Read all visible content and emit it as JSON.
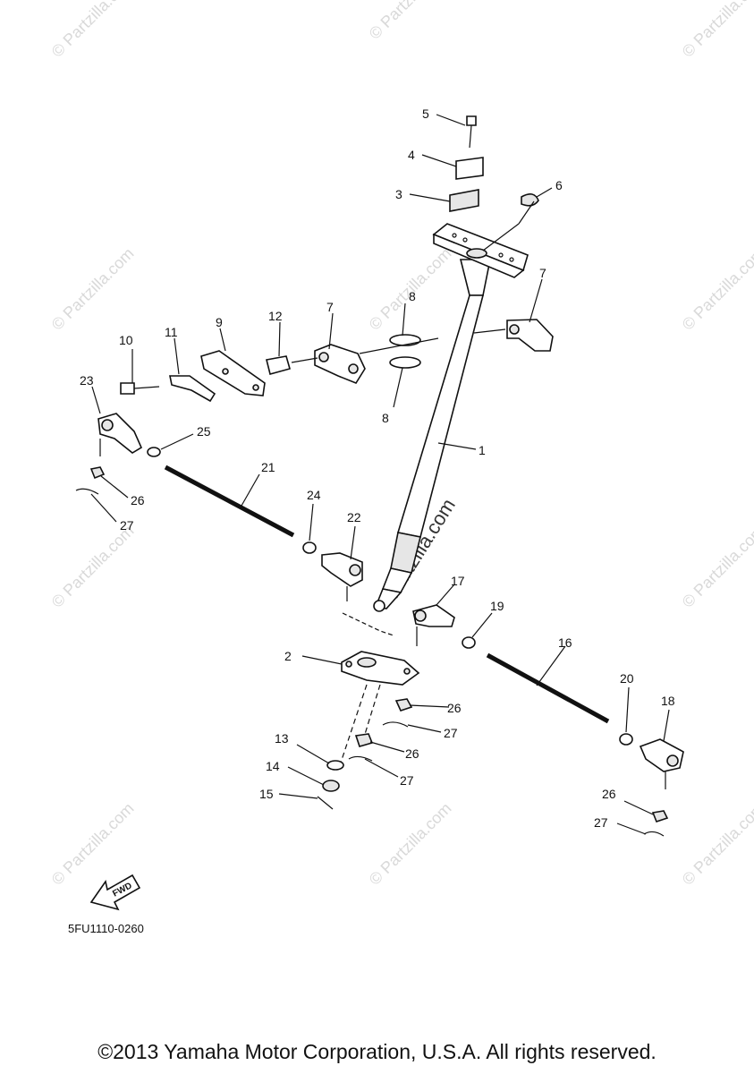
{
  "watermark": "© Partzilla.com",
  "watermark_big": "Partzilla.com",
  "diagram_code": "5FU1110-0260",
  "fwd_label": "FWD",
  "copyright": "©2013 Yamaha Motor Corporation, U.S.A. All rights reserved.",
  "callouts": {
    "c1": "1",
    "c2": "2",
    "c3": "3",
    "c4": "4",
    "c5": "5",
    "c6": "6",
    "c7": "7",
    "c8": "8",
    "c9": "9",
    "c10": "10",
    "c11": "11",
    "c12": "12",
    "c13": "13",
    "c14": "14",
    "c15": "15",
    "c16": "16",
    "c17": "17",
    "c18": "18",
    "c19": "19",
    "c20": "20",
    "c21": "21",
    "c22": "22",
    "c23": "23",
    "c24": "24",
    "c25": "25",
    "c26": "26",
    "c27": "27"
  }
}
